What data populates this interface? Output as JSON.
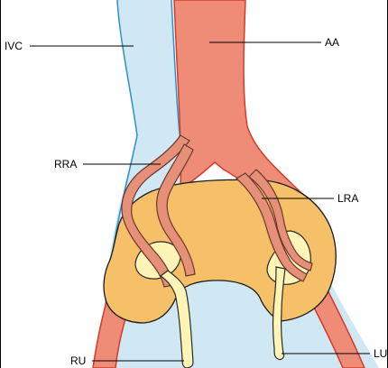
{
  "labels": {
    "ivc": "IVC",
    "aa": "AA",
    "rra": "RRA",
    "lra": "LRA",
    "ru": "RU",
    "lu": "LU"
  },
  "colors": {
    "ivc_fill": "#cfe8f4",
    "ivc_stroke": "#2e8fd0",
    "aorta_fill": "#ee8c78",
    "aorta_stroke": "#d43c28",
    "artery_fill": "#e6907a",
    "artery_stroke": "#6a3a2a",
    "kidney_fill": "#f6c068",
    "kidney_stroke": "#1a1a1a",
    "ureter_fill": "#fdf4b6",
    "ureter_stroke": "#2a2a2a",
    "frame": "#000000"
  }
}
